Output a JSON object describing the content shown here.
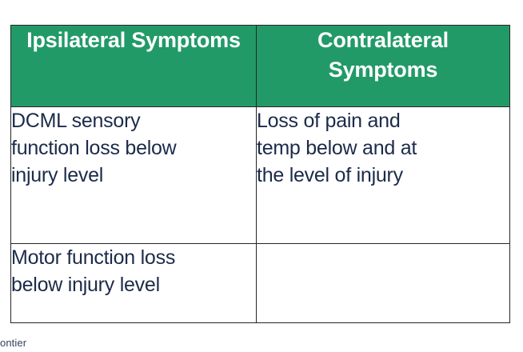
{
  "table": {
    "colors": {
      "header_background": "#229A68",
      "header_text": "#FFFFFF",
      "body_text": "#1C2B4A",
      "border": "#262626",
      "cell_background": "#FFFFFF"
    },
    "columns": [
      {
        "header": "Ipsilateral\nSymptoms"
      },
      {
        "header": "Contralateral\nSymptoms"
      }
    ],
    "rows": [
      {
        "cells": [
          "DCML sensory\nfunction loss below\ninjury level",
          "Loss of pain and\ntemp below and at\nthe level of injury"
        ]
      },
      {
        "cells": [
          "Motor function loss\nbelow injury level",
          ""
        ]
      }
    ]
  },
  "footer": {
    "fragment_text": "ontier"
  }
}
